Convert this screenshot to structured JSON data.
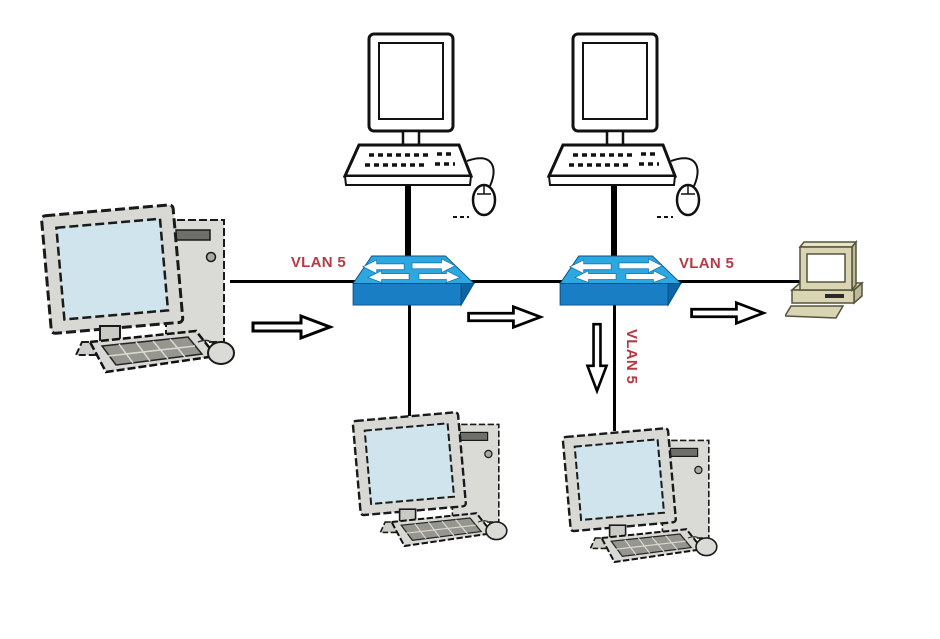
{
  "diagram": {
    "type": "network-topology",
    "labels": {
      "vlan_left": "VLAN 5",
      "vlan_right": "VLAN 5",
      "vlan_down": "VLAN 5"
    },
    "colors": {
      "vlan_text": "#b53a44",
      "switch_top": "#2da7e0",
      "switch_front": "#1a7ec4",
      "switch_side": "#1164a4",
      "switch_edge": "#0b5286",
      "arrow_fill": "#ffffff",
      "arrow_outline": "#000000",
      "link_line": "#000000",
      "sketch_pc_screen": "#cfe4ec",
      "sketch_pc_body": "#d8d8d4",
      "legacy_pc_body": "#d9d5b3",
      "background": "#ffffff"
    },
    "nodes": [
      {
        "id": "pc-left",
        "icon": "desktop-pc-icon"
      },
      {
        "id": "workstation-top-left",
        "icon": "workstation-icon"
      },
      {
        "id": "workstation-top-right",
        "icon": "workstation-icon"
      },
      {
        "id": "switch-1",
        "icon": "ethernet-switch-icon"
      },
      {
        "id": "switch-2",
        "icon": "ethernet-switch-icon"
      },
      {
        "id": "legacy-pc-right",
        "icon": "legacy-pc-icon"
      },
      {
        "id": "pc-bottom-left",
        "icon": "desktop-pc-icon"
      },
      {
        "id": "pc-bottom-right",
        "icon": "desktop-pc-icon"
      }
    ],
    "links": [
      {
        "from": "pc-left",
        "to": "switch-1",
        "label": "VLAN 5"
      },
      {
        "from": "workstation-top-left",
        "to": "switch-1",
        "label": ""
      },
      {
        "from": "switch-1",
        "to": "switch-2",
        "label": ""
      },
      {
        "from": "workstation-top-right",
        "to": "switch-2",
        "label": ""
      },
      {
        "from": "switch-2",
        "to": "legacy-pc-right",
        "label": "VLAN 5"
      },
      {
        "from": "switch-1",
        "to": "pc-bottom-left",
        "label": ""
      },
      {
        "from": "switch-2",
        "to": "pc-bottom-right",
        "label": "VLAN 5"
      }
    ],
    "flow_arrows": [
      {
        "id": "flow-1",
        "direction": "right"
      },
      {
        "id": "flow-2",
        "direction": "right"
      },
      {
        "id": "flow-3",
        "direction": "right"
      },
      {
        "id": "flow-4",
        "direction": "down"
      }
    ]
  }
}
